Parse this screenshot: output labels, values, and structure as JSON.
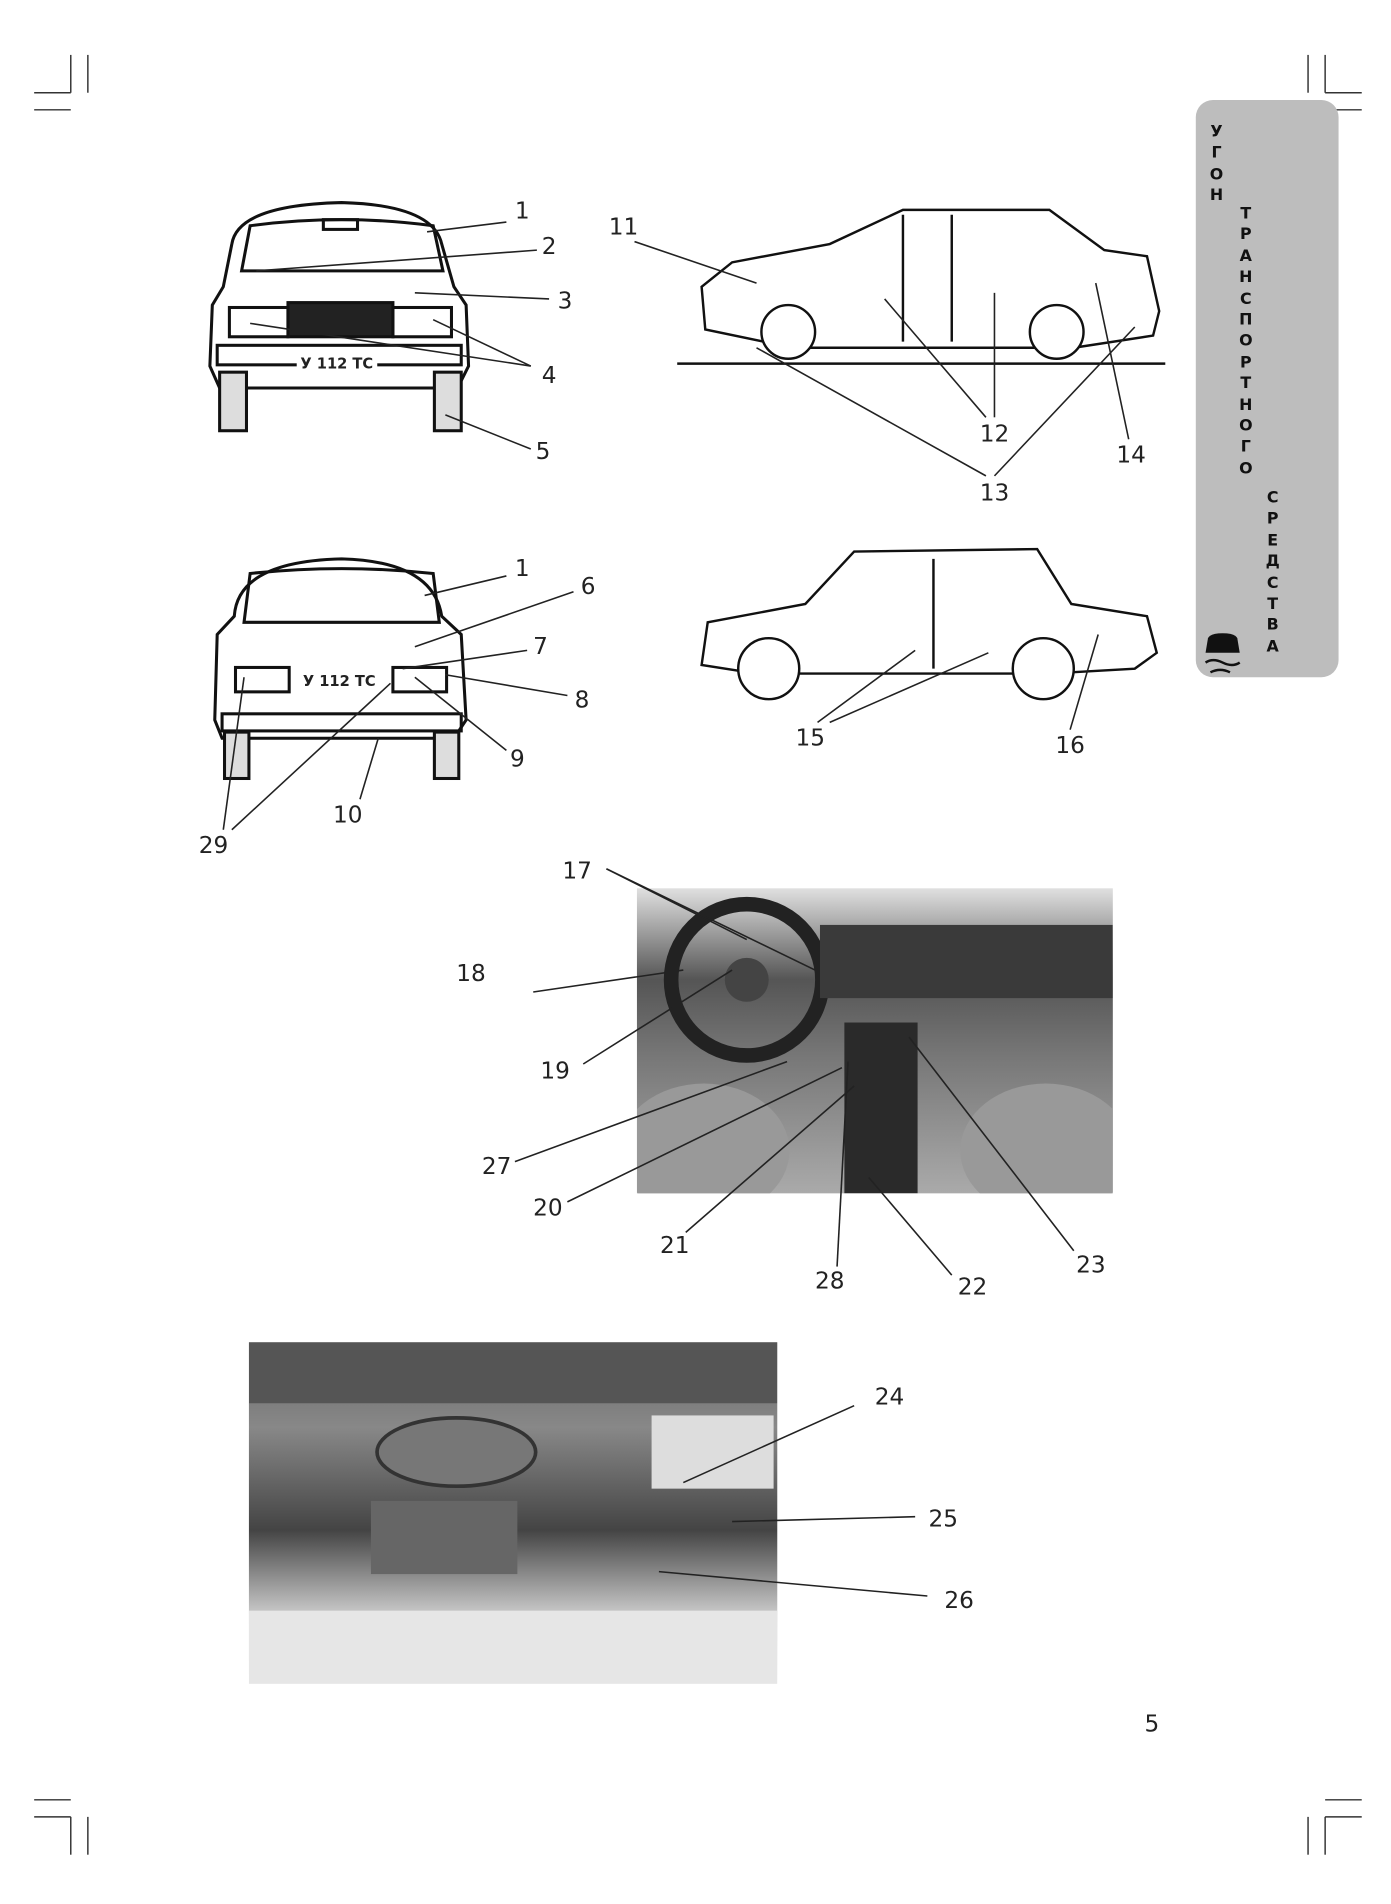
{
  "sidebar": {
    "word1": "УГОН",
    "word2": "ТРАНСПОРТНОГО",
    "word3": "СРЕДСТВА",
    "icon": "skidding-car-icon"
  },
  "plates": {
    "front": "У 112 ТС",
    "rear": "У 112 ТС"
  },
  "labels": {
    "front": [
      "1",
      "2",
      "3",
      "4",
      "5"
    ],
    "side1": [
      "11",
      "12",
      "13",
      "14"
    ],
    "rear": [
      "1",
      "6",
      "7",
      "8",
      "9",
      "10",
      "29"
    ],
    "side2": [
      "15",
      "16"
    ],
    "dash": [
      "17",
      "18",
      "19",
      "27",
      "20",
      "21",
      "28",
      "22",
      "23"
    ],
    "engine": [
      "24",
      "25",
      "26"
    ]
  },
  "page_number": "5"
}
